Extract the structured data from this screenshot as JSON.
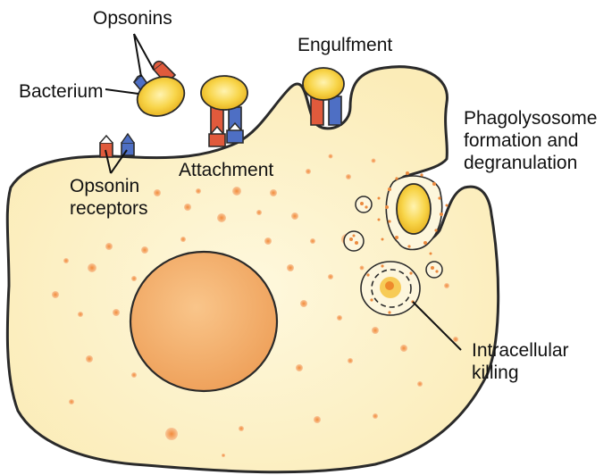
{
  "labels": {
    "opsonins": "Opsonins",
    "bacterium": "Bacterium",
    "engulfment": "Engulfment",
    "phagolysosome": [
      "Phagolysosome",
      "formation and",
      "degranulation"
    ],
    "attachment": "Attachment",
    "opsonin_receptors": [
      "Opsonin",
      "receptors"
    ],
    "intracellular_killing": [
      "Intracellular",
      "killing"
    ]
  },
  "colors": {
    "cytoplasm": "#fdf3cc",
    "outline": "#2a2a2a",
    "nucleus": "#f4b472",
    "bacterium": "#f6cf3a",
    "opsonin": "#e05a3c",
    "receptor": "#4e6fc4",
    "granule": "#ef9a52"
  }
}
